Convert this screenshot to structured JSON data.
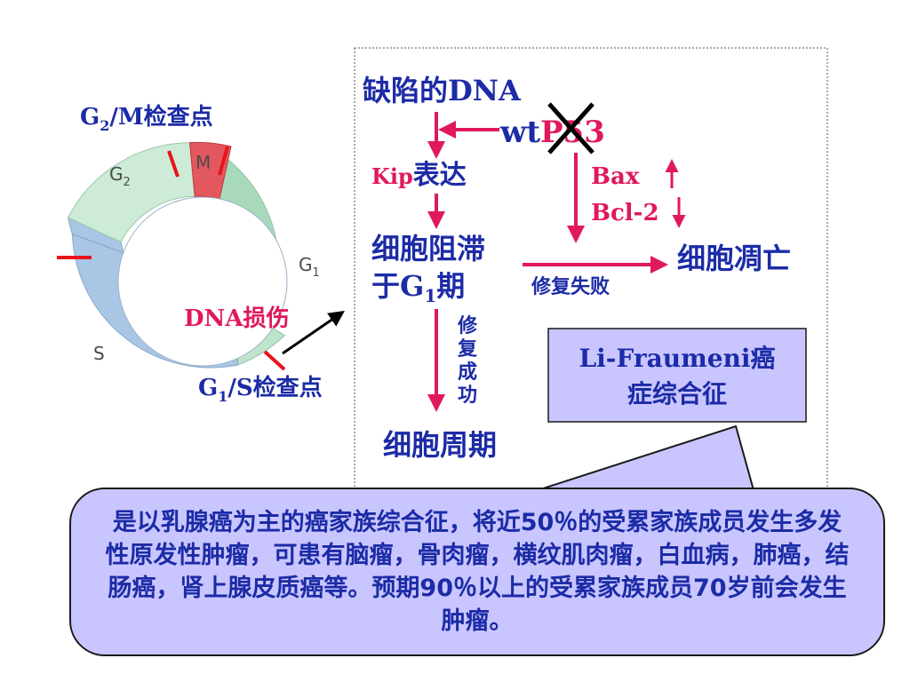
{
  "cycle": {
    "g2m_checkpoint": {
      "prefix": "G",
      "sub": "2",
      "suffix": "/M检查点"
    },
    "g1s_checkpoint": {
      "prefix": "G",
      "sub": "1",
      "suffix": "/S检查点"
    },
    "phase_m": "M",
    "phase_g2": {
      "prefix": "G",
      "sub": "2"
    },
    "phase_g1": {
      "prefix": "G",
      "sub": "1"
    },
    "phase_s": "S",
    "dna_damage": "DNA损伤"
  },
  "pathway": {
    "defective_dna": "缺陷的DNA",
    "wt_prefix": "wt",
    "p53": "P53",
    "kip_prefix": "Kip",
    "kip_suffix": "表达",
    "bax": "Bax",
    "bcl2": "Bcl-2",
    "arrest_line1": "细胞阻滞",
    "arrest_line2_prefix": "于G",
    "arrest_line2_sub": "1",
    "arrest_line2_suffix": "期",
    "repair_fail": "修复失败",
    "apoptosis": "细胞凋亡",
    "repair_success": [
      "修",
      "复",
      "成",
      "功"
    ],
    "cell_cycle": "细胞周期",
    "syndrome_line1": "Li-Fraumeni癌",
    "syndrome_line2": "症综合征"
  },
  "callout": {
    "text": "是以乳腺癌为主的癌家族综合征，将近50％的受累家族成员发生多发性原发性肿瘤，可患有脑瘤，骨肉瘤，横纹肌肉瘤，白血病，肺癌，结肠癌，肾上腺皮质癌等。预期90％以上的受累家族成员70岁前会发生肿瘤。"
  },
  "colors": {
    "label_blue": "#1c2ba6",
    "label_pink": "#e0185c",
    "ring_green": "#a8d9bb",
    "ring_light_green": "#cdebd7",
    "ring_blue": "#a9c6e4",
    "ring_m": "#e3585f",
    "checkpoint_red": "#e8141c",
    "box_fill": "#c9c6ff"
  }
}
